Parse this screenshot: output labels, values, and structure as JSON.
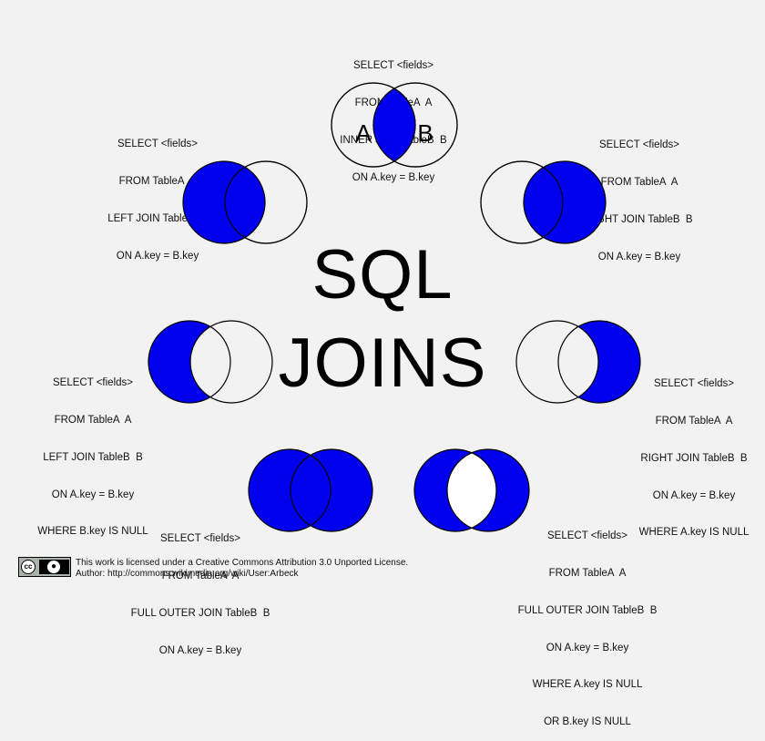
{
  "title": {
    "line1": "SQL",
    "line2": "JOINS"
  },
  "circle_labels": {
    "a": "A",
    "b": "B"
  },
  "colors": {
    "fill": "#0000ee",
    "stroke": "#000000",
    "background": "#f2f2f2"
  },
  "joins": {
    "inner": [
      "SELECT <fields>",
      "FROM TableA  A",
      "INNER JOIN TableB  B",
      "ON A.key = B.key"
    ],
    "left": [
      "SELECT <fields>",
      "FROM TableA  A",
      "LEFT JOIN TableB  B",
      "ON A.key = B.key"
    ],
    "right": [
      "SELECT <fields>",
      "FROM TableA  A",
      "RIGHT JOIN TableB  B",
      "ON A.key = B.key"
    ],
    "left_excl": [
      "SELECT <fields>",
      "FROM TableA  A",
      "LEFT JOIN TableB  B",
      "ON A.key = B.key",
      "WHERE B.key IS NULL"
    ],
    "right_excl": [
      "SELECT <fields>",
      "FROM TableA  A",
      "RIGHT JOIN TableB  B",
      "ON A.key = B.key",
      "WHERE A.key IS NULL"
    ],
    "full": [
      "SELECT <fields>",
      "FROM TableA  A",
      "FULL OUTER JOIN TableB  B",
      "ON A.key = B.key"
    ],
    "full_excl": [
      "SELECT <fields>",
      "FROM TableA  A",
      "FULL OUTER JOIN TableB  B",
      "ON A.key = B.key",
      "WHERE A.key IS NULL",
      "OR B.key IS NULL"
    ]
  },
  "license": {
    "badge_left": "cc",
    "badge_icon": "person-icon",
    "line1": "This work is licensed under a Creative Commons Attribution 3.0 Unported License.",
    "line2": "Author: http://commons.wikimedia.org/wiki/User:Arbeck"
  }
}
